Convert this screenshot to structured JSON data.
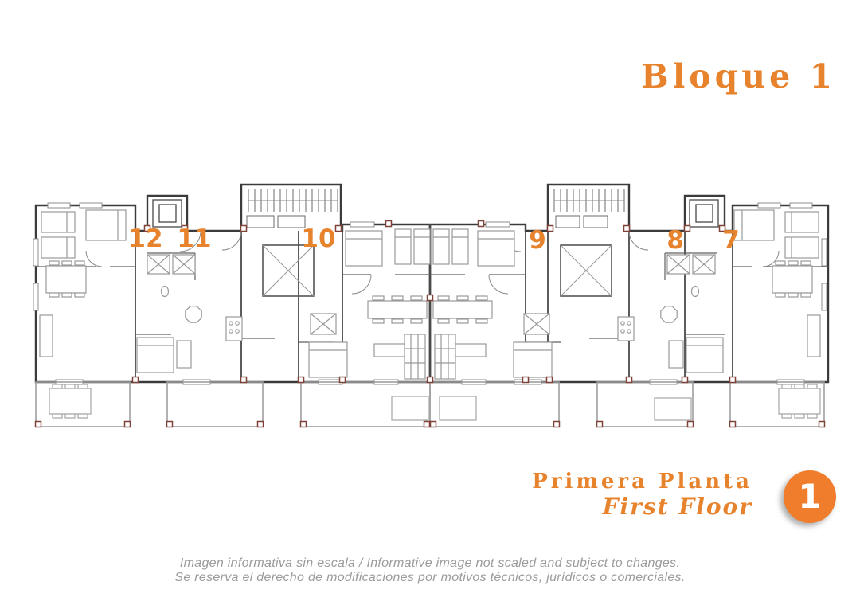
{
  "title": {
    "text": "Bloque 1"
  },
  "plan": {
    "units": [
      {
        "number": "12"
      },
      {
        "number": "11"
      },
      {
        "number": "10"
      },
      {
        "number": "9"
      },
      {
        "number": "8"
      },
      {
        "number": "7"
      }
    ]
  },
  "legend": {
    "floor_name_es": "Primera Planta",
    "floor_name_en": "First Floor",
    "floor_badge": "1"
  },
  "disclaimer": {
    "line1": "Imagen informativa sin escala /  Informative image not scaled and subject to changes.",
    "line2": "Se reserva el derecho de modificaciones por motivos técnicos, jurídicos o comerciales."
  },
  "colors": {
    "accent_orange": "#E8832D",
    "badge_orange": "#EF7D2B",
    "badge_text": "#FFFFFF",
    "wall_line": "#3B3B3B",
    "light_line": "#9A9A9A",
    "column_accent": "#7E4238",
    "disclaimer_text": "#9B9B9B",
    "background": "#FFFFFF"
  }
}
